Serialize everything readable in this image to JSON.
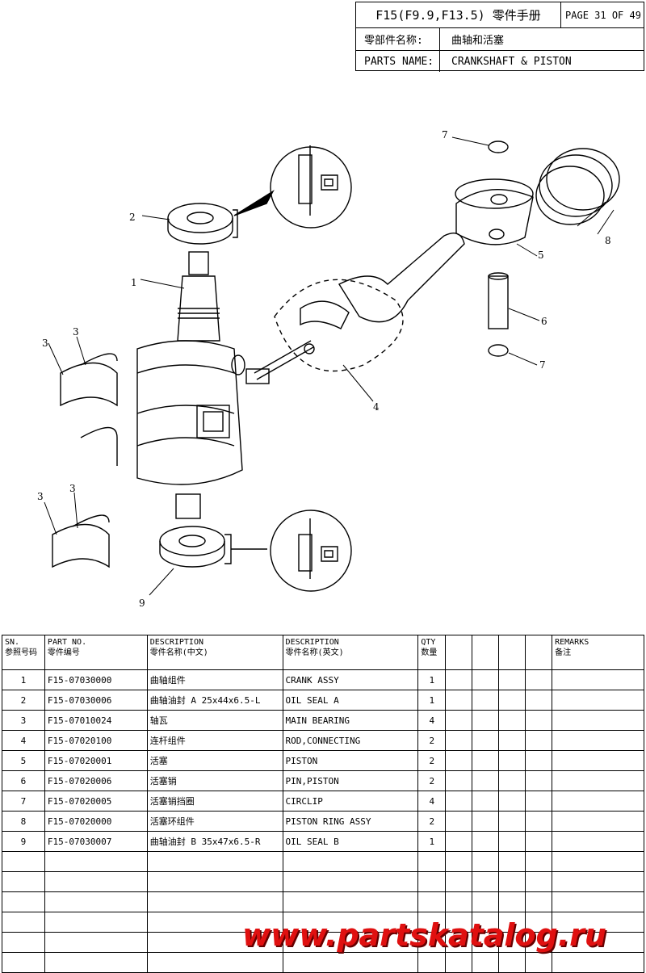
{
  "header": {
    "title": "F15(F9.9,F13.5) 零件手册",
    "page": "PAGE 31 OF 49",
    "cn_label": "零部件名称:",
    "cn_value": "曲轴和活塞",
    "en_label": "PARTS NAME:",
    "en_value": "CRANKSHAFT & PISTON"
  },
  "callouts": [
    "1",
    "2",
    "3",
    "3",
    "3",
    "3",
    "4",
    "5",
    "6",
    "7",
    "7",
    "8",
    "9"
  ],
  "table": {
    "headers": {
      "sn": [
        "SN.",
        "参照号码"
      ],
      "part_no": [
        "PART NO.",
        "零件编号"
      ],
      "desc_cn": [
        "DESCRIPTION",
        "零件名称(中文)"
      ],
      "desc_en": [
        "DESCRIPTION",
        "零件名称(英文)"
      ],
      "qty": [
        "QTY",
        "数量"
      ],
      "remarks": [
        "REMARKS",
        "备注"
      ]
    },
    "rows": [
      {
        "sn": "1",
        "part_no": "F15-07030000",
        "cn": "曲轴组件",
        "en": "CRANK ASSY",
        "qty": "1"
      },
      {
        "sn": "2",
        "part_no": "F15-07030006",
        "cn": "曲轴油封 A 25x44x6.5-L",
        "en": "OIL SEAL A",
        "qty": "1"
      },
      {
        "sn": "3",
        "part_no": "F15-07010024",
        "cn": "轴瓦",
        "en": "MAIN BEARING",
        "qty": "4"
      },
      {
        "sn": "4",
        "part_no": "F15-07020100",
        "cn": "连杆组件",
        "en": "ROD,CONNECTING",
        "qty": "2"
      },
      {
        "sn": "5",
        "part_no": "F15-07020001",
        "cn": "活塞",
        "en": "PISTON",
        "qty": "2"
      },
      {
        "sn": "6",
        "part_no": "F15-07020006",
        "cn": "活塞销",
        "en": "PIN,PISTON",
        "qty": "2"
      },
      {
        "sn": "7",
        "part_no": "F15-07020005",
        "cn": "活塞销挡圈",
        "en": "CIRCLIP",
        "qty": "4"
      },
      {
        "sn": "8",
        "part_no": "F15-07020000",
        "cn": "活塞环组件",
        "en": "PISTON RING ASSY",
        "qty": "2"
      },
      {
        "sn": "9",
        "part_no": "F15-07030007",
        "cn": "曲轴油封 B 35x47x6.5-R",
        "en": "OIL SEAL B",
        "qty": "1"
      }
    ]
  },
  "watermark": "www.partskatalog.ru",
  "colors": {
    "watermark": "#e01010"
  }
}
